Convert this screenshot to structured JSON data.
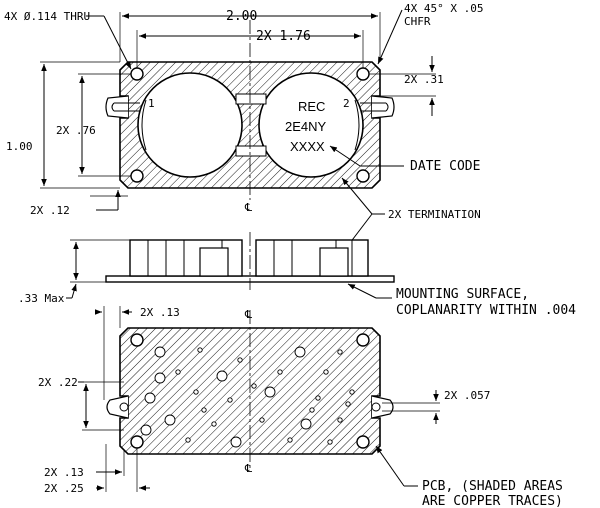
{
  "notes": {
    "holes": "4X Ø.114 THRU",
    "chamfer_line1": "4X 45° X .05",
    "chamfer_line2": "CHFR",
    "date_code": "DATE CODE",
    "termination": "2X TERMINATION",
    "mounting_line1": "MOUNTING SURFACE,",
    "mounting_line2": "COPLANARITY WITHIN .004",
    "pcb_line1": "PCB, (SHADED AREAS",
    "pcb_line2": "ARE COPPER TRACES)"
  },
  "dimensions": {
    "overall_length": "2.00",
    "hole_spacing": "2X 1.76",
    "right_offset": "2X .31",
    "height": "1.00",
    "inner_height": "2X .76",
    "bottom_offset": "2X .12",
    "max_height": ".33 Max",
    "bottom_edge": "2X .13",
    "left_offset": "2X .22",
    "slot_width": "2X .057",
    "left_small": "2X .13",
    "left_large": "2X .25"
  },
  "marking": {
    "line1": "REC",
    "line2": "2E4NY",
    "line3": "XXXX",
    "pin1": "1",
    "pin2": "2"
  },
  "centerline_symbol": "℄"
}
